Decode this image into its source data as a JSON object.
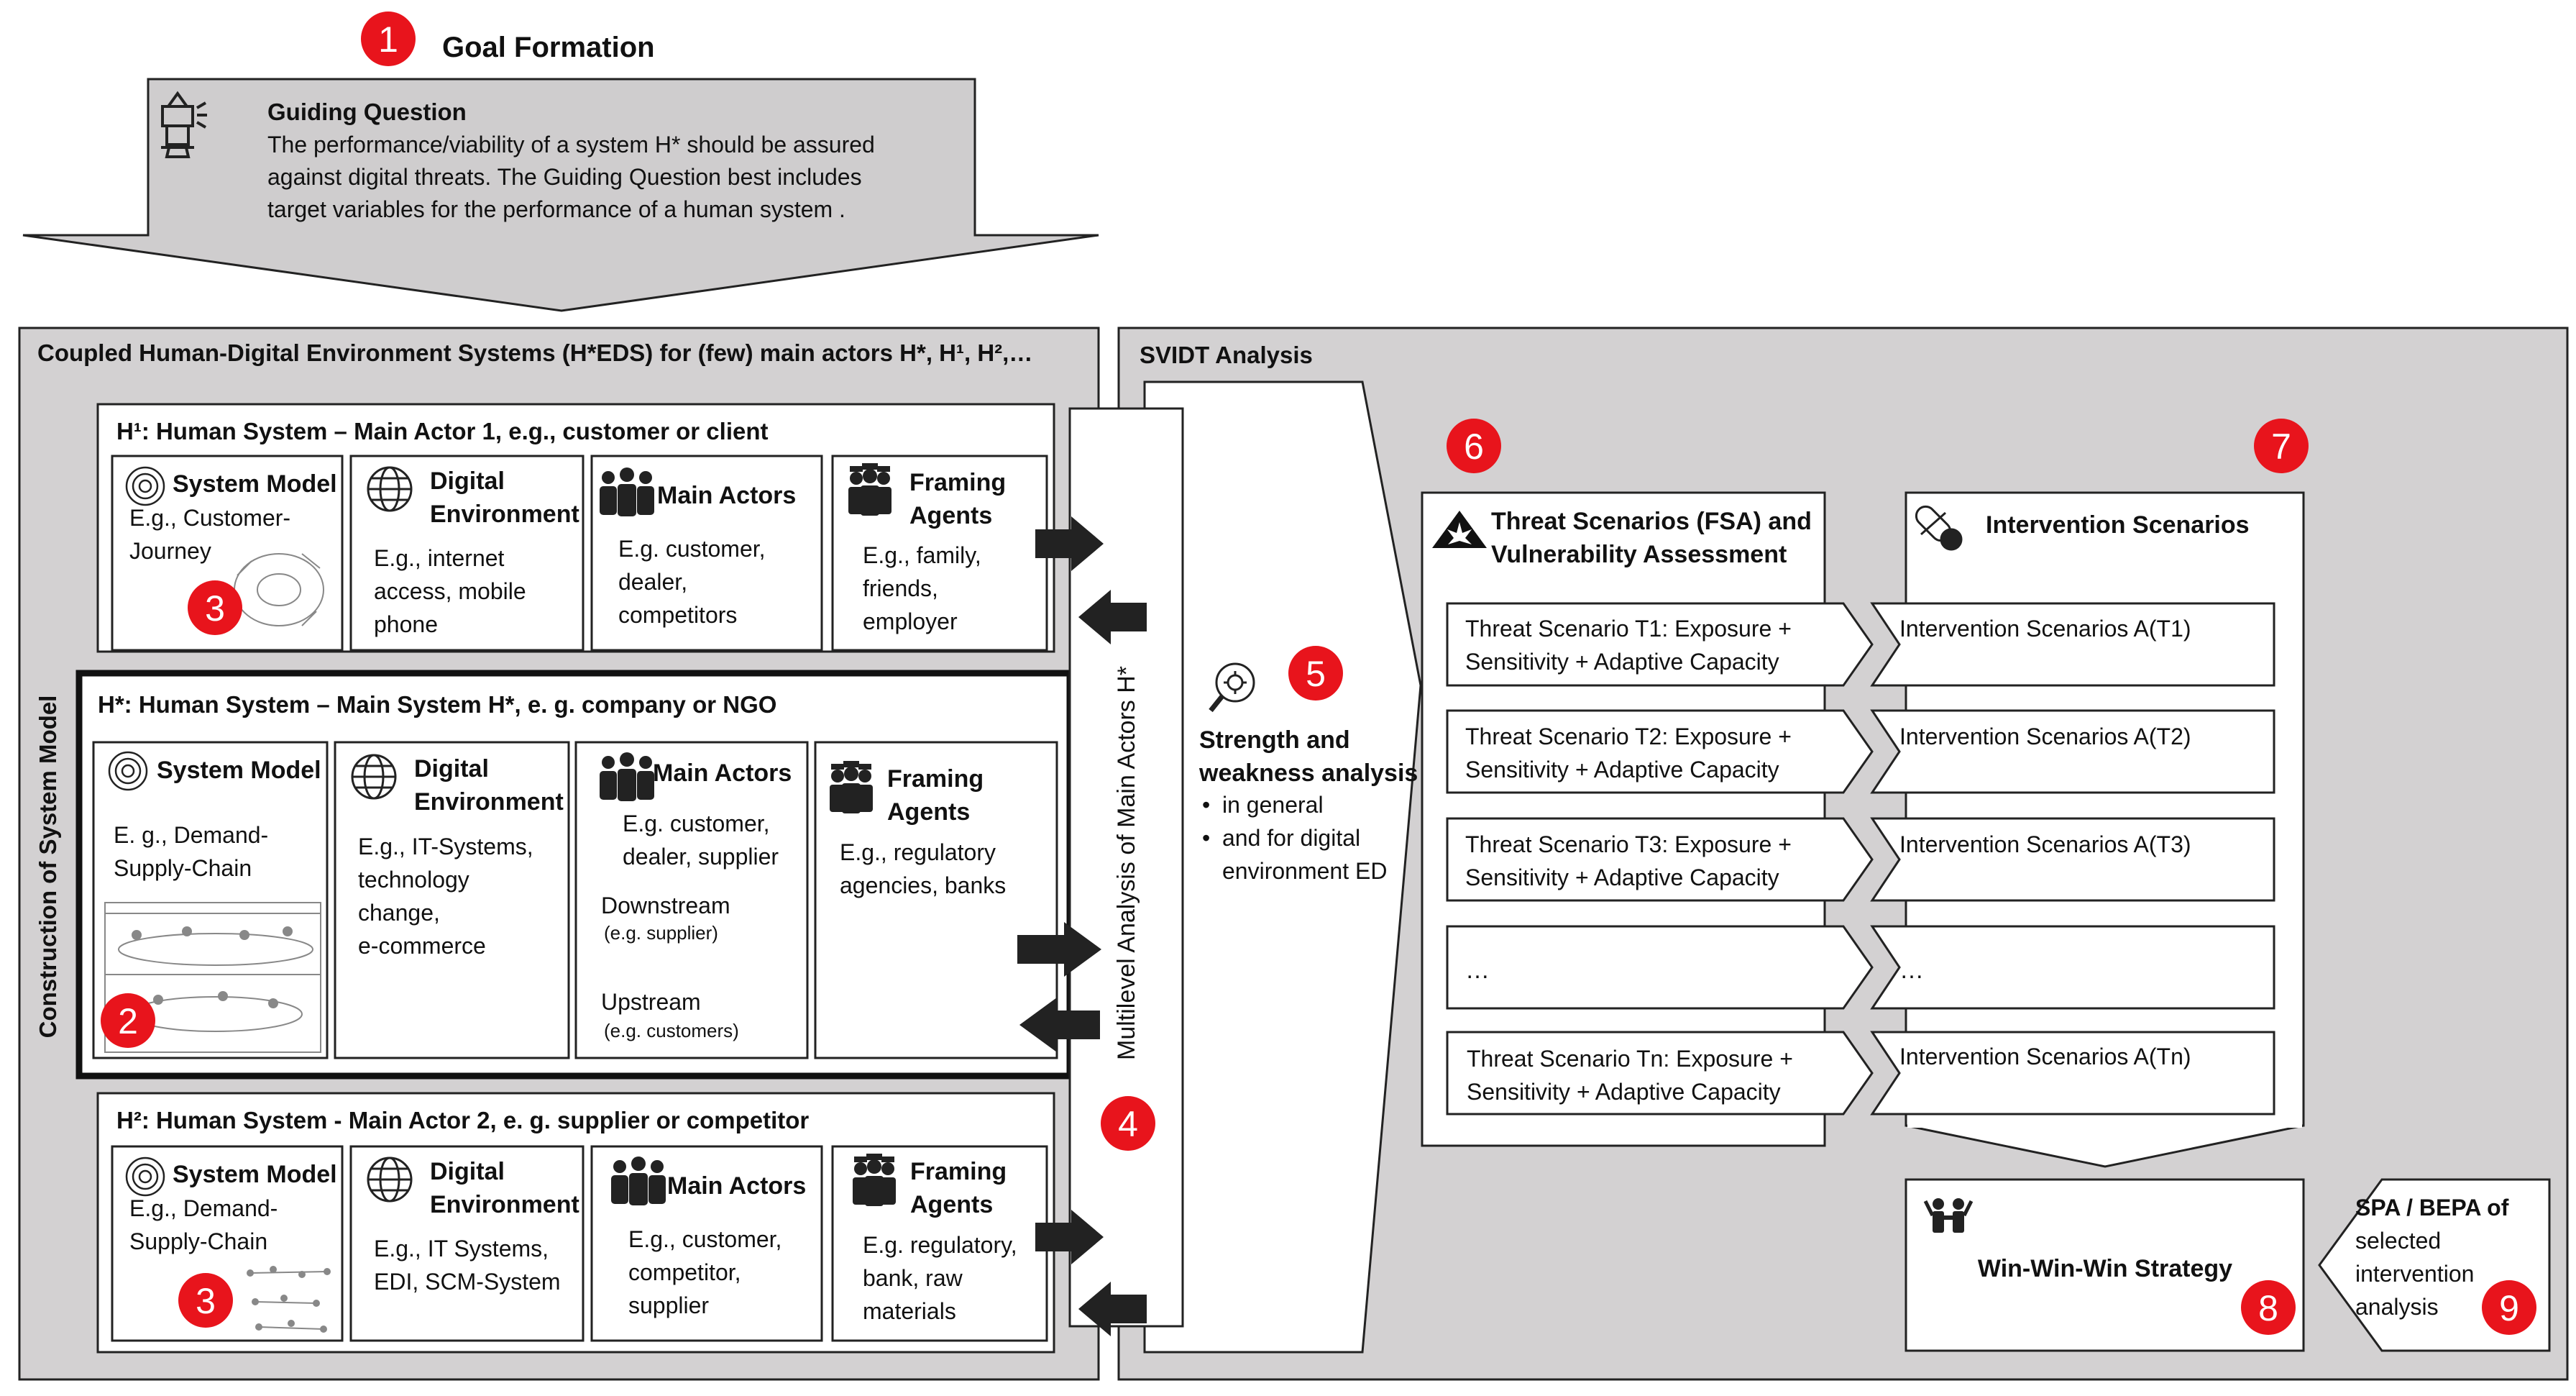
{
  "goal": {
    "number": "1",
    "title": "Goal Formation",
    "guiding_question_title": "Guiding Question",
    "guiding_question_lines": [
      "The performance/viability of a system H* should be assured",
      "against digital threats. The Guiding Question best includes",
      "target variables for the performance of a human system ."
    ]
  },
  "left_panel": {
    "title": "Coupled Human-Digital Environment Systems (H*EDS) for (few) main actors H*, H¹, H²,…",
    "vertical_label": "Construction of  System Model"
  },
  "h1": {
    "title": "H¹: Human System – Main Actor 1, e.g., customer or client",
    "badge": "3",
    "cells": {
      "system_model": {
        "title": "System Model",
        "text": [
          "E.g., Customer-",
          "Journey"
        ]
      },
      "digital_env": {
        "title": [
          "Digital",
          "Environment"
        ],
        "text": [
          "E.g., internet",
          "access, mobile",
          "phone"
        ]
      },
      "main_actors": {
        "title": "Main Actors",
        "text": [
          "E.g. customer,",
          "dealer,",
          "competitors"
        ]
      },
      "framing_agents": {
        "title": [
          "Framing",
          "Agents"
        ],
        "text": [
          "E.g., family,",
          "friends,",
          "employer"
        ]
      }
    }
  },
  "hstar": {
    "title": "H*: Human System – Main System H*, e. g. company or NGO",
    "badge": "2",
    "cells": {
      "system_model": {
        "title": "System Model",
        "text": [
          "E. g., Demand-",
          "Supply-Chain"
        ]
      },
      "digital_env": {
        "title": [
          "Digital",
          "Environment"
        ],
        "text": [
          "E.g., IT-Systems,",
          "technology",
          "change,",
          "e-commerce"
        ]
      },
      "main_actors": {
        "title": "Main Actors",
        "text": [
          "E.g. customer,",
          "dealer, supplier"
        ],
        "downstream": "Downstream",
        "downstream_note": "(e.g. supplier)",
        "upstream": "Upstream",
        "upstream_note": "(e.g. customers)"
      },
      "framing_agents": {
        "title": [
          "Framing",
          "Agents"
        ],
        "text": [
          "E.g., regulatory",
          "agencies, banks"
        ]
      }
    }
  },
  "h2": {
    "title": "H²: Human System - Main Actor 2, e. g. supplier or competitor",
    "badge": "3",
    "cells": {
      "system_model": {
        "title": "System Model",
        "text": [
          "E.g., Demand-",
          "Supply-Chain"
        ]
      },
      "digital_env": {
        "title": [
          "Digital",
          "Environment"
        ],
        "text": [
          "E.g., IT Systems,",
          "EDI, SCM-System"
        ]
      },
      "main_actors": {
        "title": "Main Actors",
        "text": [
          "E.g., customer,",
          "competitor,",
          "supplier"
        ]
      },
      "framing_agents": {
        "title": [
          "Framing",
          "Agents"
        ],
        "text": [
          "E.g. regulatory,",
          "bank, raw",
          "materials"
        ]
      }
    }
  },
  "multilevel": {
    "label": "Multilevel Analysis of Main Actors H*",
    "badge": "4"
  },
  "svidt": {
    "title": "SVIDT Analysis",
    "strength": {
      "badge": "5",
      "title": [
        "Strength and",
        "weakness analysis"
      ],
      "bullets": [
        "in general",
        "and for digital"
      ],
      "bullet_cont": "environment ED"
    },
    "threat": {
      "badge": "6",
      "title": [
        "Threat Scenarios (FSA) and",
        "Vulnerability Assessment"
      ],
      "items": [
        [
          "Threat Scenario T1: Exposure +",
          "Sensitivity + Adaptive Capacity"
        ],
        [
          "Threat Scenario T2: Exposure +",
          "Sensitivity + Adaptive Capacity"
        ],
        [
          "Threat Scenario T3: Exposure +",
          "Sensitivity + Adaptive Capacity"
        ],
        [
          "…",
          ""
        ],
        [
          "Threat Scenario Tn: Exposure +",
          "Sensitivity + Adaptive Capacity"
        ]
      ]
    },
    "intervention": {
      "badge": "7",
      "title": "Intervention Scenarios",
      "items": [
        "Intervention Scenarios A(T1)",
        "Intervention Scenarios A(T2)",
        "Intervention Scenarios A(T3)",
        "…",
        "Intervention Scenarios A(Tn)"
      ]
    },
    "winwin": {
      "badge": "8",
      "title": "Win-Win-Win Strategy"
    },
    "spa": {
      "badge": "9",
      "lines": [
        "SPA / BEPA of",
        "selected",
        "intervention",
        "analysis"
      ]
    }
  },
  "colors": {
    "panel_bg": "#d3d1d2",
    "badge_red": "#e8141c",
    "arrow_fill": "#222222",
    "goal_arrow": "#cfcdce"
  }
}
